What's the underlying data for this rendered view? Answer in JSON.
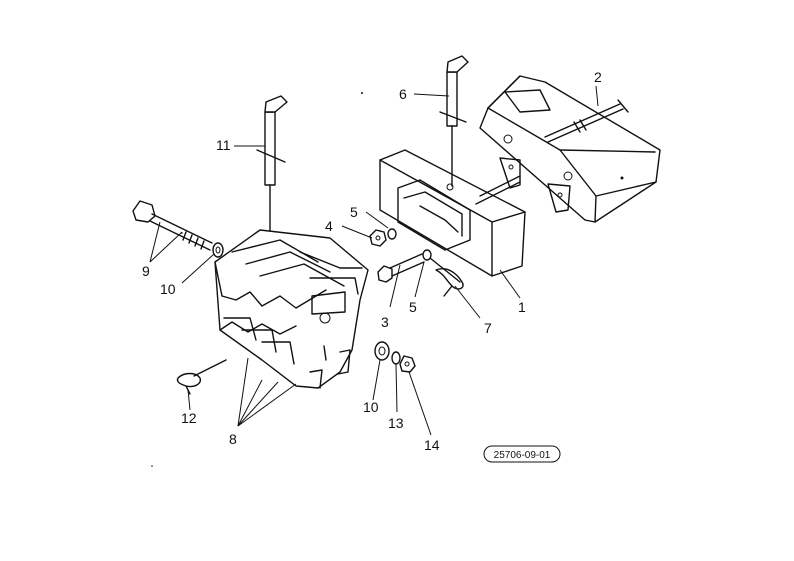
{
  "diagram_code": "25706-09-01",
  "callouts": [
    {
      "id": "c1",
      "text": "1"
    },
    {
      "id": "c2",
      "text": "2"
    },
    {
      "id": "c3",
      "text": "3"
    },
    {
      "id": "c4",
      "text": "4"
    },
    {
      "id": "c5a",
      "text": "5"
    },
    {
      "id": "c5b",
      "text": "5"
    },
    {
      "id": "c6",
      "text": "6"
    },
    {
      "id": "c7",
      "text": "7"
    },
    {
      "id": "c8",
      "text": "8"
    },
    {
      "id": "c9",
      "text": "9"
    },
    {
      "id": "c10a",
      "text": "10"
    },
    {
      "id": "c10b",
      "text": "10"
    },
    {
      "id": "c11",
      "text": "11"
    },
    {
      "id": "c12",
      "text": "12"
    },
    {
      "id": "c13",
      "text": "13"
    },
    {
      "id": "c14",
      "text": "14"
    }
  ]
}
